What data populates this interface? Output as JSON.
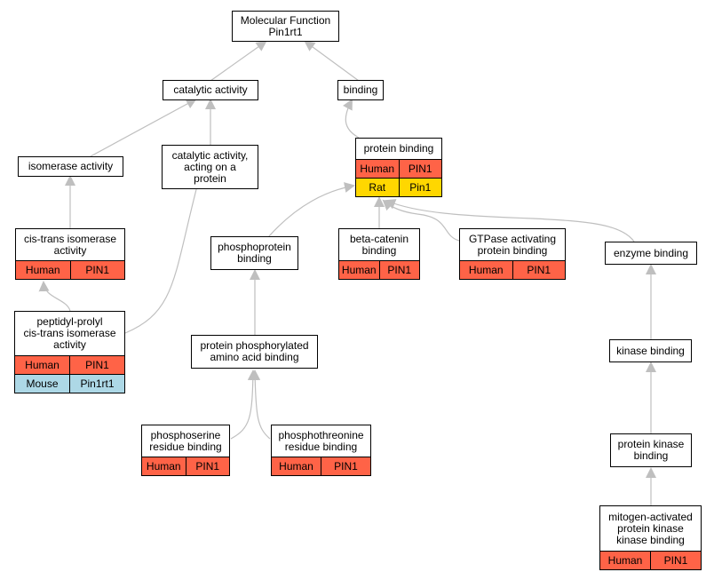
{
  "diagram": {
    "colors": {
      "Human": "#ff6347",
      "Rat": "#ffd700",
      "Mouse": "#add8e6",
      "edge": "#bfbfbf",
      "border": "#000000"
    },
    "nodes": {
      "mf": {
        "title": [
          "Molecular Function",
          "Pin1rt1"
        ],
        "rows": []
      },
      "catalytic": {
        "title": [
          "catalytic activity"
        ],
        "rows": []
      },
      "binding": {
        "title": [
          "binding"
        ],
        "rows": []
      },
      "isomerase": {
        "title": [
          "isomerase activity"
        ],
        "rows": []
      },
      "catalytic_protein": {
        "title": [
          "catalytic activity,",
          "acting on a",
          "protein"
        ],
        "rows": []
      },
      "protein_binding": {
        "title": [
          "protein binding"
        ],
        "rows": [
          {
            "species": "Human",
            "gene": "PIN1"
          },
          {
            "species": "Rat",
            "gene": "Pin1"
          }
        ]
      },
      "cis_trans": {
        "title": [
          "cis-trans isomerase",
          "activity"
        ],
        "rows": [
          {
            "species": "Human",
            "gene": "PIN1"
          }
        ]
      },
      "phosphoprotein": {
        "title": [
          "phosphoprotein",
          "binding"
        ],
        "rows": []
      },
      "beta_catenin": {
        "title": [
          "beta-catenin",
          "binding"
        ],
        "rows": [
          {
            "species": "Human",
            "gene": "PIN1"
          }
        ]
      },
      "gtpase": {
        "title": [
          "GTPase activating",
          "protein binding"
        ],
        "rows": [
          {
            "species": "Human",
            "gene": "PIN1"
          }
        ]
      },
      "enzyme": {
        "title": [
          "enzyme binding"
        ],
        "rows": []
      },
      "peptidyl": {
        "title": [
          "peptidyl-prolyl",
          "cis-trans isomerase",
          "activity"
        ],
        "rows": [
          {
            "species": "Human",
            "gene": "PIN1"
          },
          {
            "species": "Mouse",
            "gene": "Pin1rt1"
          }
        ]
      },
      "ppaa": {
        "title": [
          "protein phosphorylated",
          "amino acid binding"
        ],
        "rows": []
      },
      "kinase": {
        "title": [
          "kinase binding"
        ],
        "rows": []
      },
      "phosphoserine": {
        "title": [
          "phosphoserine",
          "residue binding"
        ],
        "rows": [
          {
            "species": "Human",
            "gene": "PIN1"
          }
        ]
      },
      "phosphothreonine": {
        "title": [
          "phosphothreonine",
          "residue binding"
        ],
        "rows": [
          {
            "species": "Human",
            "gene": "PIN1"
          }
        ]
      },
      "protein_kinase": {
        "title": [
          "protein kinase",
          "binding"
        ],
        "rows": []
      },
      "mapkkk": {
        "title": [
          "mitogen-activated",
          "protein kinase",
          "kinase binding"
        ],
        "rows": [
          {
            "species": "Human",
            "gene": "PIN1"
          }
        ]
      }
    }
  }
}
